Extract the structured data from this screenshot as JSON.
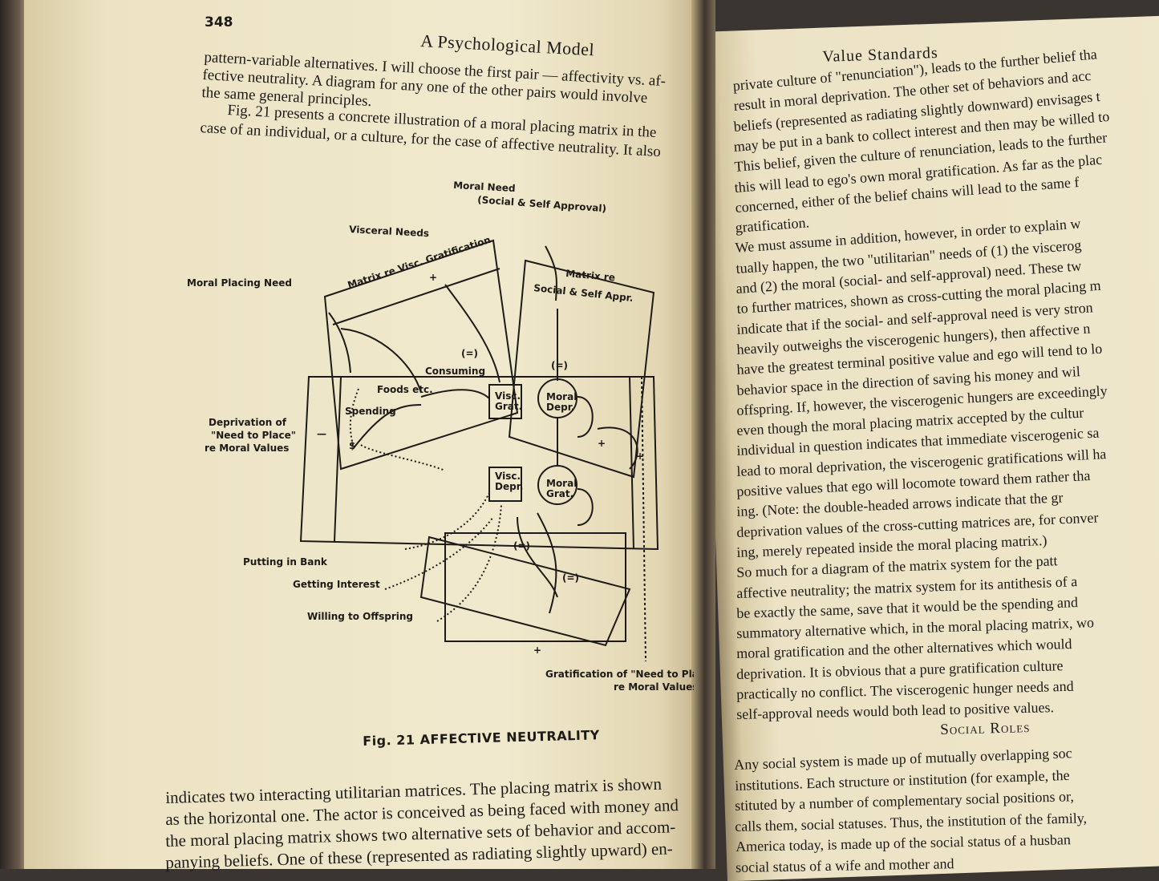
{
  "left_page": {
    "page_number": "348",
    "running_head": "A Psychological Model",
    "top_lines": [
      "pattern-variable alternatives. I will choose the first pair — affectivity vs. af-",
      "fective neutrality. A diagram for any one of the other pairs would involve",
      "the same general principles.",
      "Fig. 21 presents a concrete illustration of a moral placing matrix in the",
      "case of an individual, or a culture, for the case of affective neutrality. It also"
    ],
    "bottom_lines": [
      "indicates two interacting utilitarian matrices. The placing matrix is shown",
      "as the horizontal one. The actor is conceived as being faced with money and",
      "the moral placing matrix shows two alternative sets of behavior and accom-",
      "panying beliefs. One of these (represented as radiating slightly upward) en-"
    ]
  },
  "figure": {
    "caption": "Fig. 21   AFFECTIVE NEUTRALITY",
    "labels": {
      "moral_need": "Moral Need",
      "moral_need_sub": "(Social & Self Approval)",
      "visceral_needs": "Visceral Needs",
      "matrix_visc": "Matrix re Visc. Gratification",
      "matrix_social": "Matrix re",
      "matrix_social_sub": "Social & Self Appr.",
      "moral_placing_need": "Moral Placing Need",
      "consuming": "Consuming",
      "foods": "Foods etc.",
      "spending": "Spending",
      "deprivation_1": "Deprivation of",
      "deprivation_2": "\"Need to Place\"",
      "deprivation_3": "re Moral Values",
      "visc_grat_1": "Visc.",
      "visc_grat_2": "Grat.",
      "moral_depr_1": "Moral",
      "moral_depr_2": "Depr.",
      "visc_depr_1": "Visc.",
      "visc_depr_2": "Depr.",
      "moral_grat_1": "Moral",
      "moral_grat_2": "Grat.",
      "putting_in_bank": "Putting in Bank",
      "getting_interest": "Getting Interest",
      "willing": "Willing to Offspring",
      "gratification_1": "Gratification of \"Need to Place\"",
      "gratification_2": "re Moral Values",
      "minus": "—",
      "plus": "+",
      "eq": "(=)",
      "dollar": "$"
    }
  },
  "right_page": {
    "running_head": "Value Standards",
    "lines_a": [
      "private culture of \"renunciation\"), leads to the further belief tha",
      "result in moral deprivation. The other set of behaviors and acc",
      "beliefs (represented as radiating slightly downward) envisages t",
      "may be put in a bank to collect interest and then may be willed to",
      "This belief, given the culture of renunciation, leads to the further",
      "this will lead to ego's own moral gratification. As far as the plac",
      "concerned, either of the belief chains will lead to the same f",
      "gratification.",
      "We must assume in addition, however, in order to explain w",
      "tually happen, the two \"utilitarian\" needs of (1) the viscerog",
      "and (2) the moral (social- and self-approval) need. These tw",
      "to further matrices, shown as cross-cutting the moral placing m",
      "indicate that if the social- and self-approval need is very stron",
      "heavily outweighs the viscerogenic hungers), then affective n",
      "have the greatest terminal positive value and ego will tend to lo",
      "behavior space in the direction of saving his money and wil",
      "offspring. If, however, the viscerogenic hungers are exceedingly",
      "even though the moral placing matrix accepted by the cultur",
      "individual in question indicates that immediate viscerogenic sa",
      "lead to moral deprivation, the viscerogenic gratifications will ha",
      "positive values that ego will locomote toward them rather tha",
      "ing. (Note: the double-headed arrows indicate that the gr",
      "deprivation values of the cross-cutting matrices are, for conver",
      "ing, merely repeated inside the moral placing matrix.)",
      "So much for a diagram of the matrix system for the patt",
      "affective neutrality; the matrix system for its antithesis of a",
      "be exactly the same, save that it would be the spending and",
      "summatory alternative which, in the moral placing matrix, wo",
      "moral gratification and the other alternatives which would",
      "deprivation. It is obvious that a pure gratification culture",
      "practically no conflict. The viscerogenic hunger needs and",
      "self-approval needs would both lead to positive values."
    ],
    "section_heading": "Social Roles",
    "lines_b": [
      "Any social system is made up of mutually overlapping soc",
      "institutions. Each structure or institution (for example, the",
      "stituted by a number of complementary social positions or,",
      "calls them, social statuses. Thus, the institution of the family,",
      "America today, is made up of the social status of a husban",
      "social status of a wife and mother and"
    ]
  }
}
